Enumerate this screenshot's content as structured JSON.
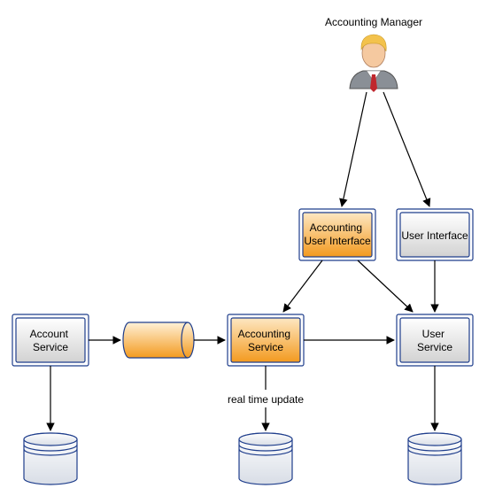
{
  "actor": {
    "label": "Accounting Manager",
    "icon": "businessman-icon"
  },
  "nodes": {
    "accounting_ui": [
      "Accounting",
      "User Interface"
    ],
    "user_interface": [
      "User Interface"
    ],
    "account_service": [
      "Account",
      "Service"
    ],
    "accounting_service": [
      "Accounting",
      "Service"
    ],
    "user_service": [
      "User",
      "Service"
    ]
  },
  "queue": {
    "icon": "message-queue-icon"
  },
  "databases": [
    {
      "icon": "database-icon"
    },
    {
      "icon": "database-icon"
    },
    {
      "icon": "database-icon"
    }
  ],
  "edges": {
    "realtime_update_label": "real time update"
  },
  "colors": {
    "border": "#1f3e8c",
    "orange_fill": "#f7a738",
    "gray_fill": "#dcdcdc"
  }
}
